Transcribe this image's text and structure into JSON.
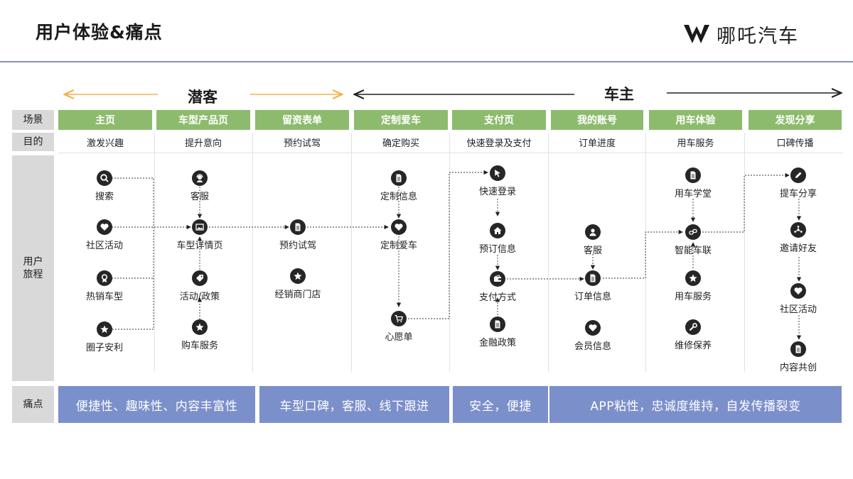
{
  "header": {
    "title": "用户体验&痛点",
    "brand": "哪吒汽车"
  },
  "phases": {
    "prospect": "潜客",
    "owner": "车主"
  },
  "row_labels": {
    "scene": "场景",
    "goal": "目的",
    "journey": "用户\n旅程",
    "pain": "痛点"
  },
  "columns": [
    {
      "scene": "主页",
      "goal": "激发兴趣"
    },
    {
      "scene": "车型产品页",
      "goal": "提升意向"
    },
    {
      "scene": "留资表单",
      "goal": "预约试驾"
    },
    {
      "scene": "定制爱车",
      "goal": "确定购买"
    },
    {
      "scene": "支付页",
      "goal": "快速登录及支付"
    },
    {
      "scene": "我的账号",
      "goal": "订单进度"
    },
    {
      "scene": "用车体验",
      "goal": "用车服务"
    },
    {
      "scene": "发现分享",
      "goal": "口碑传播"
    }
  ],
  "nodes": {
    "search": {
      "label": "搜索",
      "icon": "search-icon"
    },
    "community1": {
      "label": "社区活动",
      "icon": "heart-icon"
    },
    "hot_models": {
      "label": "热销车型",
      "icon": "award-icon"
    },
    "circle_perks": {
      "label": "圈子安利",
      "icon": "star-icon"
    },
    "service1": {
      "label": "客服",
      "icon": "agent-icon"
    },
    "model_detail": {
      "label": "车型详情页",
      "icon": "image-icon"
    },
    "promo_policy": {
      "label": "活动/政策",
      "icon": "tag-icon"
    },
    "buy_service": {
      "label": "购车服务",
      "icon": "star-icon"
    },
    "test_drive": {
      "label": "预约试驾",
      "icon": "document-icon"
    },
    "dealer_store": {
      "label": "经销商门店",
      "icon": "star-icon"
    },
    "custom_info": {
      "label": "定制信息",
      "icon": "document-icon"
    },
    "custom_car": {
      "label": "定制爱车",
      "icon": "heart-icon"
    },
    "wishlist": {
      "label": "心愿单",
      "icon": "cart-icon"
    },
    "quick_login": {
      "label": "快速登录",
      "icon": "cursor-icon"
    },
    "booking_info": {
      "label": "预订信息",
      "icon": "home-icon"
    },
    "payment_method": {
      "label": "支付方式",
      "icon": "wallet-icon"
    },
    "finance_policy": {
      "label": "金融政策",
      "icon": "document-icon"
    },
    "service2": {
      "label": "客服",
      "icon": "person-icon"
    },
    "order_info": {
      "label": "订单信息",
      "icon": "document-icon"
    },
    "member_info": {
      "label": "会员信息",
      "icon": "heart-icon"
    },
    "car_academy": {
      "label": "用车学堂",
      "icon": "document-icon"
    },
    "smart_connect": {
      "label": "智能车联",
      "icon": "link-icon"
    },
    "car_service": {
      "label": "用车服务",
      "icon": "star-icon"
    },
    "maintenance": {
      "label": "维修保养",
      "icon": "wrench-icon"
    },
    "pickup_share": {
      "label": "提车分享",
      "icon": "pencil-icon"
    },
    "invite_friends": {
      "label": "邀请好友",
      "icon": "share-icon"
    },
    "community2": {
      "label": "社区活动",
      "icon": "heart-icon"
    },
    "content_cocreate": {
      "label": "内容共创",
      "icon": "document-icon"
    }
  },
  "pain_points": [
    "便捷性、趣味性、内容丰富性",
    "车型口碑，客服、线下跟进",
    "安全，便捷",
    "APP粘性，忠诚度维持，自发传播裂变"
  ],
  "colors": {
    "scene_green": "#8dbb6d",
    "pain_blue": "#7b8fcb",
    "arrow_orange": "#f4b04a",
    "label_gray": "#d9d9d9",
    "icon_dark": "#262626",
    "header_line": "#8b8fb8"
  }
}
